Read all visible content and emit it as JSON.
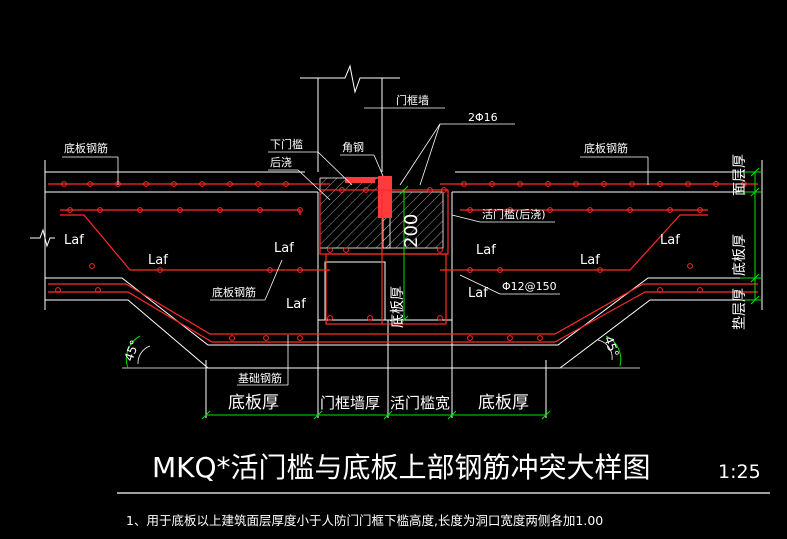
{
  "colors": {
    "background": "#000000",
    "structure": "#ffffff",
    "rebar": "#ff2a2a",
    "dimension": "#00e000",
    "text": "#ffffff",
    "hatch": "#ffffff",
    "accent_fill": "#ff3a3a"
  },
  "labels": {
    "door_frame_wall": "门框墙",
    "lower_door_sill": "下门槛",
    "post_pour_left": "后浇",
    "angle_steel": "角钢",
    "rebar_2phi16": "2Φ16",
    "slab_rebar_left": "底板钢筋",
    "slab_rebar_right": "底板钢筋",
    "movable_sill": "活门槛(后浇)",
    "dim_200": "200",
    "rebar_phi12": "Φ12@150",
    "bottom_slab_rebar": "底板钢筋",
    "foundation_rebar": "基础钢筋",
    "bottom_slab_thickness_vertical": "底板厚",
    "right_layer_top": "面层厚",
    "right_layer_mid": "底板厚",
    "right_layer_bottom": "垫层厚",
    "angle_left": "45°",
    "angle_right": "45°",
    "laf": "Laf"
  },
  "dimension_labels": [
    "底板厚",
    "门框墙厚",
    "活门槛宽",
    "底板厚"
  ],
  "title": "MKQ*活门槛与底板上部钢筋冲突大样图",
  "scale": "1:25",
  "note": "1、用于底板以上建筑面层厚度小于人防门门框下槛高度,长度为洞口宽度两侧各加1.00"
}
